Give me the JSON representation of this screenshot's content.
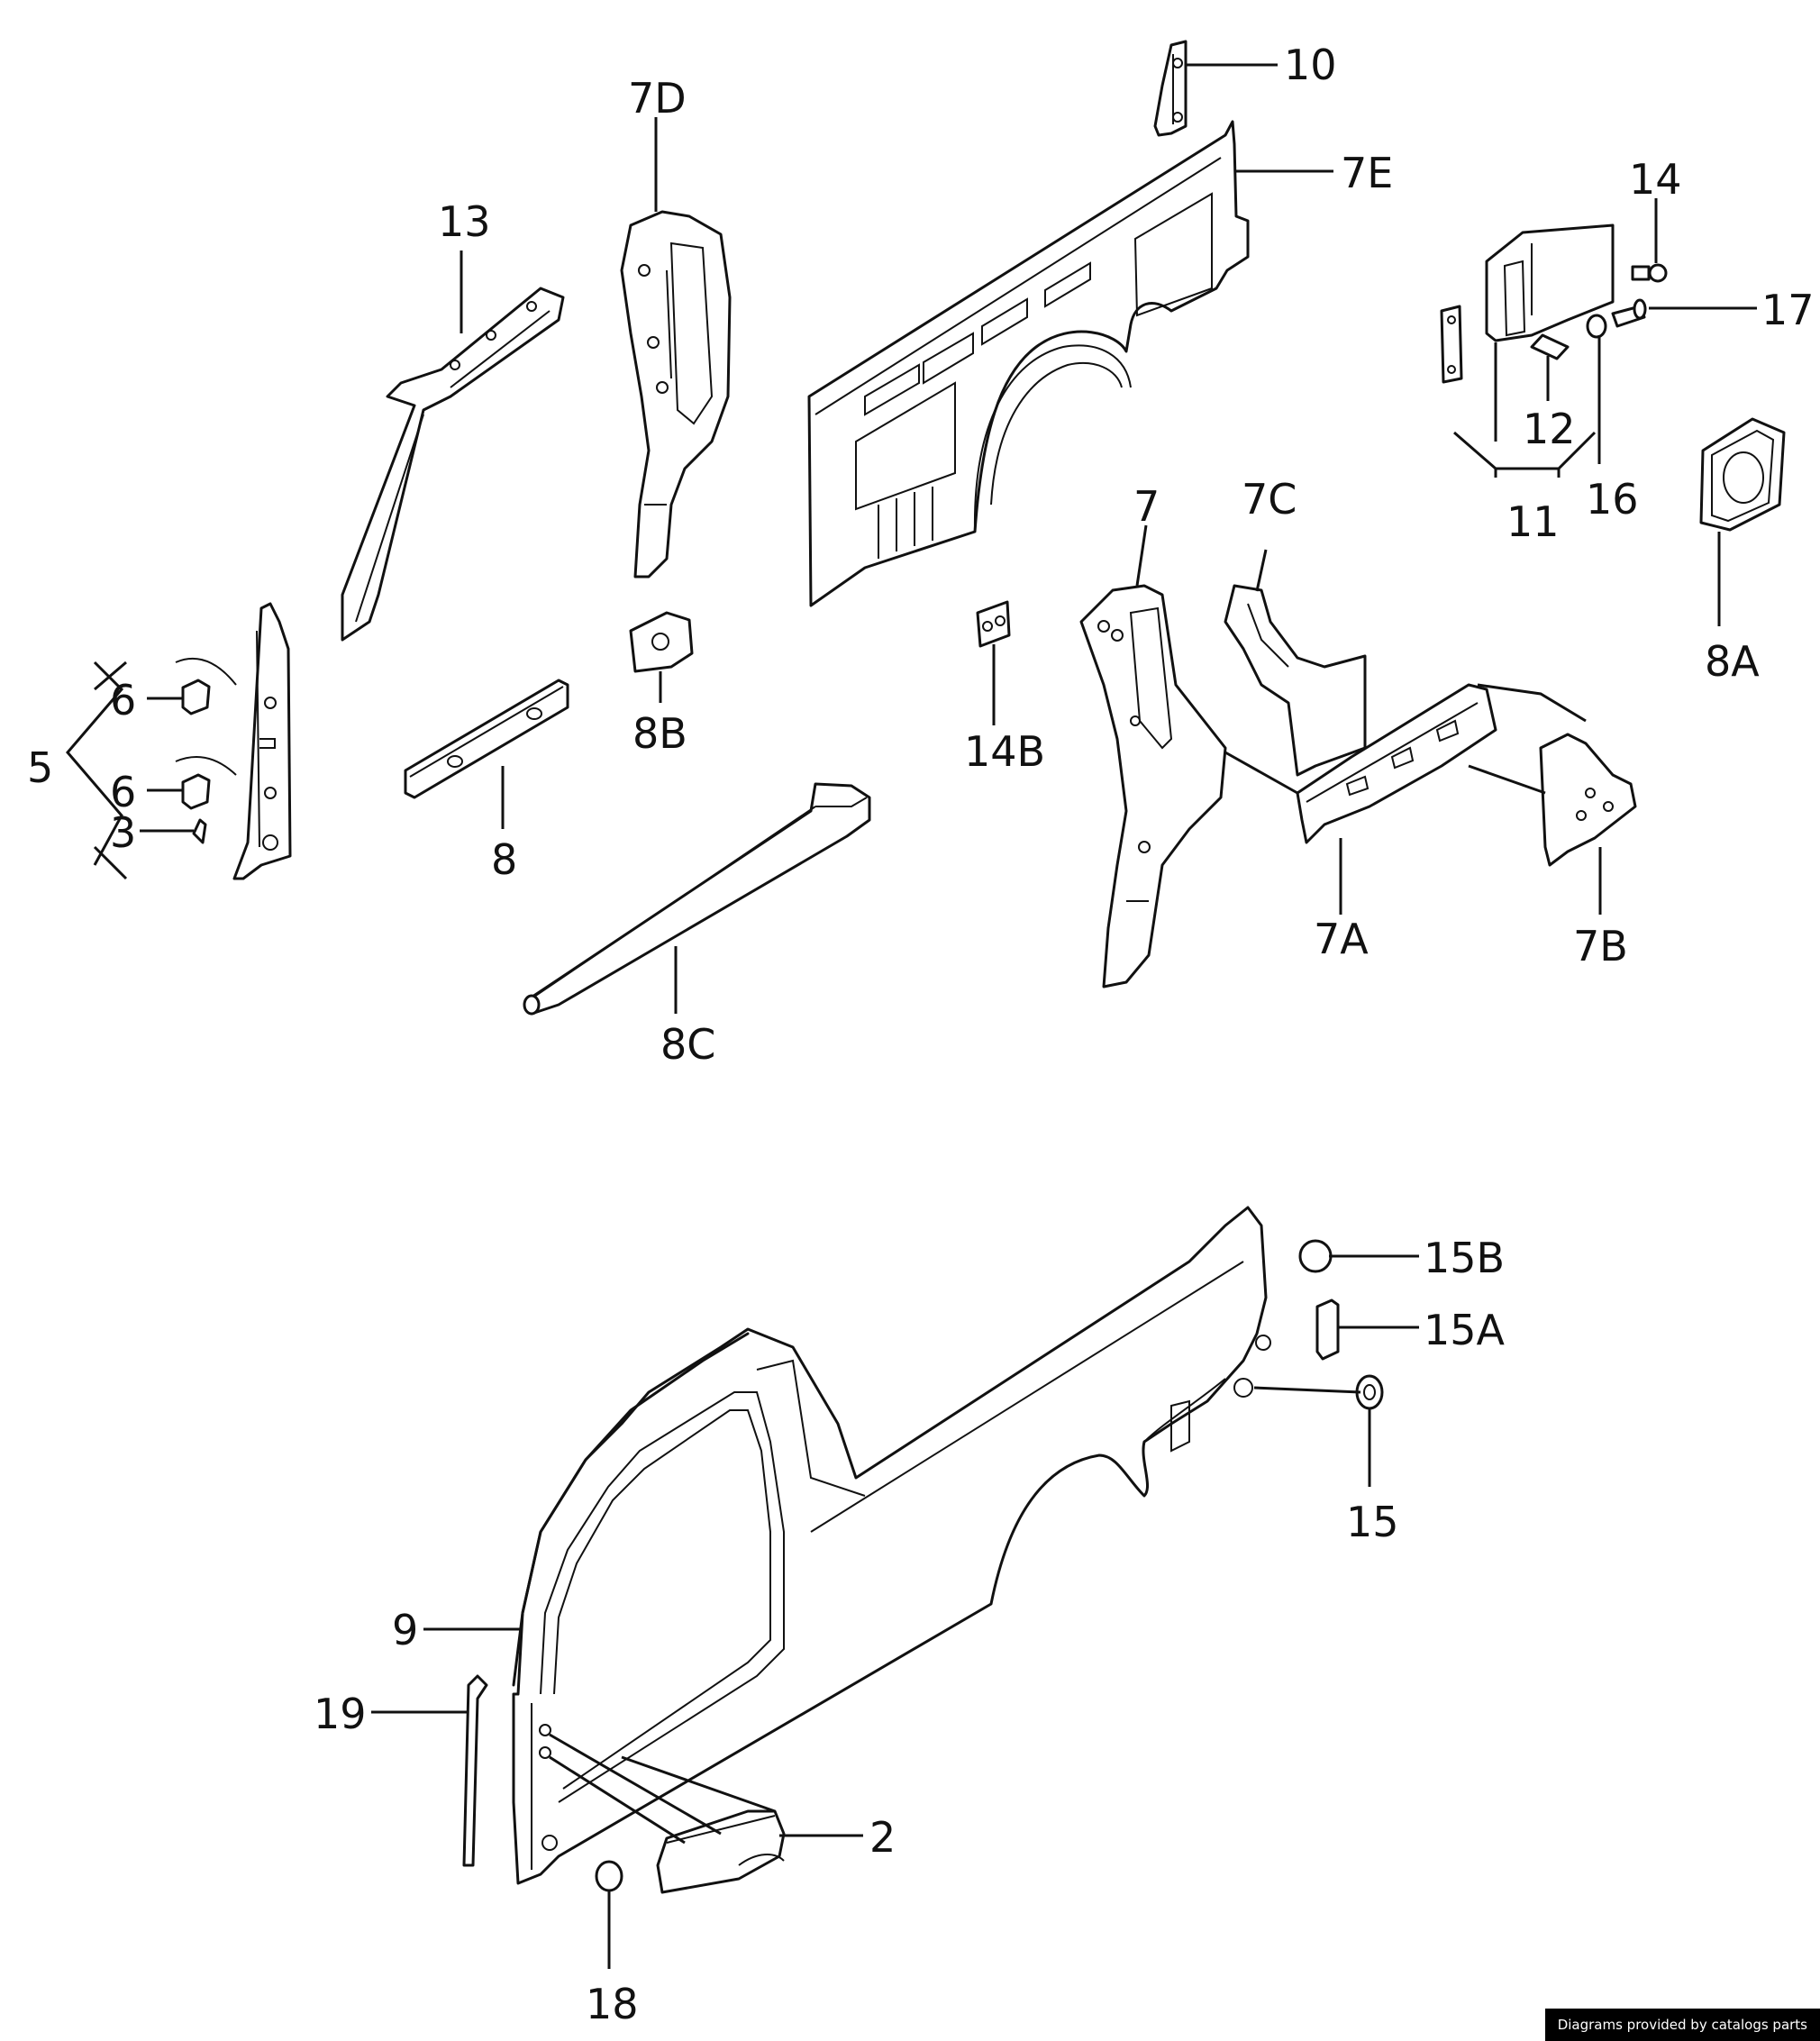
{
  "callouts": [
    {
      "id": "10",
      "text": "10"
    },
    {
      "id": "7D",
      "text": "7D"
    },
    {
      "id": "7E",
      "text": "7E"
    },
    {
      "id": "13",
      "text": "13"
    },
    {
      "id": "14",
      "text": "14"
    },
    {
      "id": "17",
      "text": "17"
    },
    {
      "id": "12",
      "text": "12"
    },
    {
      "id": "16",
      "text": "16"
    },
    {
      "id": "11",
      "text": "11"
    },
    {
      "id": "7",
      "text": "7"
    },
    {
      "id": "7C",
      "text": "7C"
    },
    {
      "id": "8A",
      "text": "8A"
    },
    {
      "id": "6a",
      "text": "6"
    },
    {
      "id": "5",
      "text": "5"
    },
    {
      "id": "6b",
      "text": "6"
    },
    {
      "id": "3",
      "text": "3"
    },
    {
      "id": "8B",
      "text": "8B"
    },
    {
      "id": "14B",
      "text": "14B"
    },
    {
      "id": "8",
      "text": "8"
    },
    {
      "id": "7A",
      "text": "7A"
    },
    {
      "id": "7B",
      "text": "7B"
    },
    {
      "id": "8C",
      "text": "8C"
    },
    {
      "id": "15B",
      "text": "15B"
    },
    {
      "id": "15A",
      "text": "15A"
    },
    {
      "id": "15",
      "text": "15"
    },
    {
      "id": "9",
      "text": "9"
    },
    {
      "id": "19",
      "text": "19"
    },
    {
      "id": "2",
      "text": "2"
    },
    {
      "id": "18",
      "text": "18"
    }
  ],
  "footer": {
    "text": "Diagrams provided by catalogs parts"
  }
}
